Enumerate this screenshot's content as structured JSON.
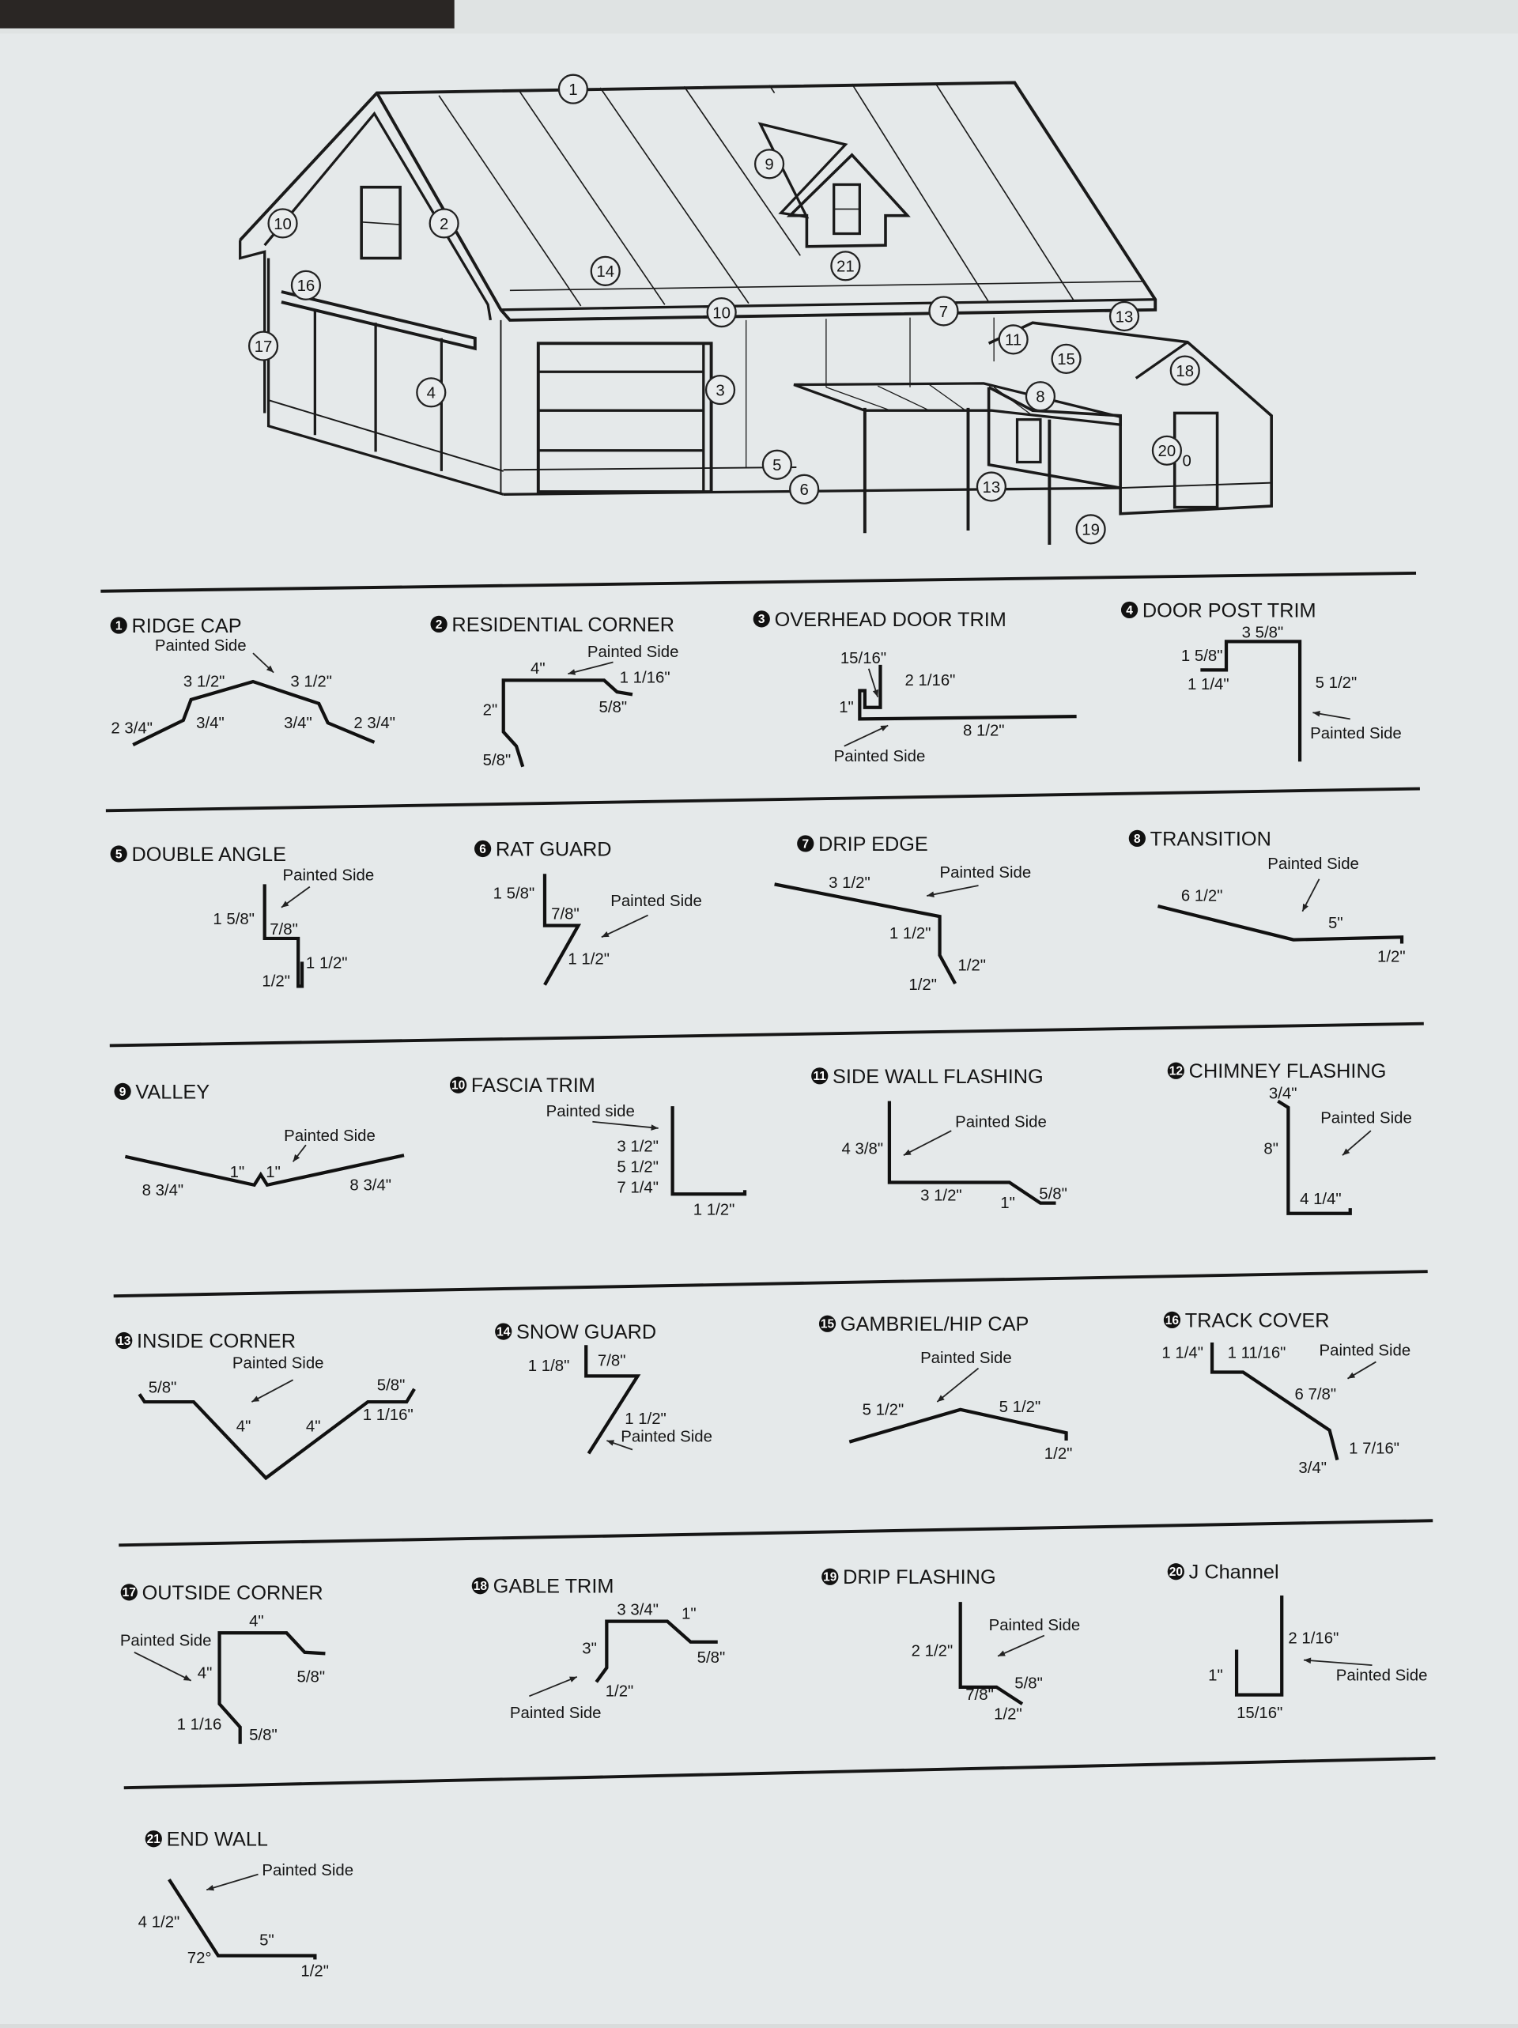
{
  "house": {
    "callouts": [
      "1",
      "2",
      "3",
      "4",
      "5",
      "6",
      "7",
      "8",
      "9",
      "10",
      "10",
      "11",
      "13",
      "13",
      "14",
      "15",
      "16",
      "17",
      "18",
      "19",
      "20",
      "21"
    ]
  },
  "items": [
    {
      "num": "1",
      "title": "RIDGE CAP",
      "painted_side": "Painted Side",
      "dims": [
        "3 1/2\"",
        "3 1/2\"",
        "2 3/4\"",
        "3/4\"",
        "3/4\"",
        "2 3/4\""
      ]
    },
    {
      "num": "2",
      "title": "RESIDENTIAL CORNER",
      "painted_side": "Painted Side",
      "dims": [
        "4\"",
        "1 1/16\"",
        "5/8\"",
        "2\"",
        "5/8\""
      ]
    },
    {
      "num": "3",
      "title": "OVERHEAD DOOR TRIM",
      "painted_side": "Painted Side",
      "dims": [
        "15/16\"",
        "2 1/16\"",
        "1\"",
        "8 1/2\""
      ]
    },
    {
      "num": "4",
      "title": "DOOR POST TRIM",
      "painted_side": "Painted Side",
      "dims": [
        "3 5/8\"",
        "1 5/8\"",
        "1 1/4\"",
        "5 1/2\""
      ]
    },
    {
      "num": "5",
      "title": "DOUBLE ANGLE",
      "painted_side": "Painted Side",
      "dims": [
        "1 5/8\"",
        "7/8\"",
        "1 1/2\"",
        "1/2\""
      ]
    },
    {
      "num": "6",
      "title": "RAT GUARD",
      "painted_side": "Painted Side",
      "dims": [
        "1 5/8\"",
        "7/8\"",
        "1 1/2\""
      ]
    },
    {
      "num": "7",
      "title": "DRIP EDGE",
      "painted_side": "Painted Side",
      "dims": [
        "3 1/2\"",
        "1 1/2\"",
        "1/2\"",
        "1/2\""
      ]
    },
    {
      "num": "8",
      "title": "TRANSITION",
      "painted_side": "Painted Side",
      "dims": [
        "6 1/2\"",
        "5\"",
        "1/2\""
      ]
    },
    {
      "num": "9",
      "title": "VALLEY",
      "painted_side": "Painted Side",
      "dims": [
        "1\"",
        "1\"",
        "8 3/4\"",
        "8 3/4\""
      ]
    },
    {
      "num": "10",
      "title": "FASCIA TRIM",
      "painted_side": "Painted side",
      "dims": [
        "3 1/2\"",
        "5 1/2\"",
        "7 1/4\"",
        "1 1/2\""
      ]
    },
    {
      "num": "11",
      "title": "SIDE WALL FLASHING",
      "painted_side": "Painted Side",
      "dims": [
        "4 3/8\"",
        "3 1/2\"",
        "1\"",
        "5/8\""
      ]
    },
    {
      "num": "12",
      "title": "CHIMNEY FLASHING",
      "painted_side": "Painted Side",
      "dims": [
        "3/4\"",
        "8\"",
        "4 1/4\""
      ]
    },
    {
      "num": "13",
      "title": "INSIDE CORNER",
      "painted_side": "Painted Side",
      "dims": [
        "5/8\"",
        "5/8\"",
        "4\"",
        "4\"",
        "1 1/16\""
      ]
    },
    {
      "num": "14",
      "title": "SNOW GUARD",
      "painted_side": "Painted Side",
      "dims": [
        "1 1/8\"",
        "7/8\"",
        "1 1/2\""
      ]
    },
    {
      "num": "15",
      "title": "GAMBRIEL/HIP CAP",
      "painted_side": "Painted Side",
      "dims": [
        "5 1/2\"",
        "5 1/2\"",
        "1/2\""
      ]
    },
    {
      "num": "16",
      "title": "TRACK COVER",
      "painted_side": "Painted Side",
      "dims": [
        "1 1/4\"",
        "1 11/16\"",
        "6 7/8\"",
        "1 7/16\"",
        "3/4\""
      ]
    },
    {
      "num": "17",
      "title": "OUTSIDE CORNER",
      "painted_side": "Painted Side",
      "dims": [
        "4\"",
        "4\"",
        "5/8\"",
        "1 1/16",
        "5/8\""
      ]
    },
    {
      "num": "18",
      "title": "GABLE TRIM",
      "painted_side": "Painted Side",
      "dims": [
        "3 3/4\"",
        "1\"",
        "3\"",
        "5/8\"",
        "1/2\""
      ]
    },
    {
      "num": "19",
      "title": "DRIP FLASHING",
      "painted_side": "Painted Side",
      "dims": [
        "2 1/2\"",
        "5/8\"",
        "7/8\"",
        "1/2\""
      ]
    },
    {
      "num": "20",
      "title": "J Channel",
      "painted_side": "Painted Side",
      "dims": [
        "2 1/16\"",
        "1\"",
        "15/16\""
      ]
    },
    {
      "num": "21",
      "title": "END WALL",
      "painted_side": "Painted Side",
      "dims": [
        "4 1/2\"",
        "5\"",
        "72°",
        "1/2\""
      ]
    }
  ]
}
